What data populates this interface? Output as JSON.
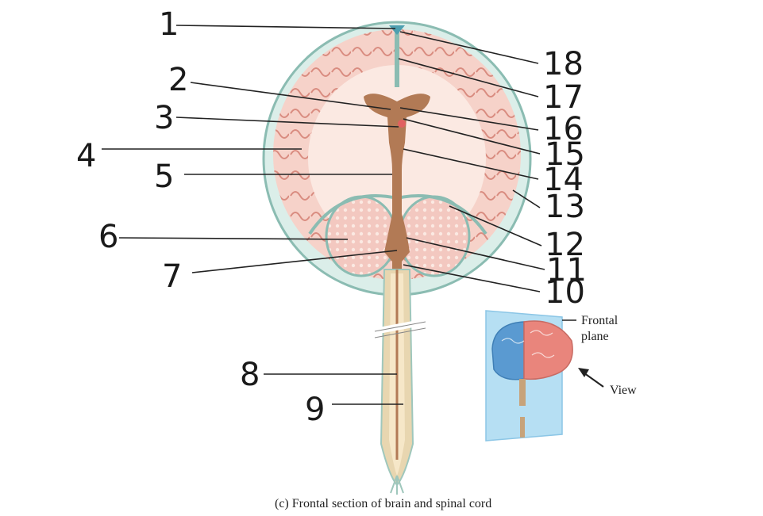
{
  "numbers": [
    "1",
    "2",
    "3",
    "4",
    "5",
    "6",
    "7",
    "8",
    "9",
    "10",
    "11",
    "12",
    "13",
    "14",
    "15",
    "16",
    "17",
    "18"
  ],
  "inset": {
    "frontal_plane_1": "Frontal",
    "frontal_plane_2": "plane",
    "view": "View"
  },
  "caption": "(c) Frontal section of brain and spinal cord",
  "colors": {
    "meninges": "#b9d9d2",
    "cortex": "#f1c4bb",
    "white_matter": "#fbe9e2",
    "ventricle": "#b27a55",
    "cord_outer": "#e8d6b0",
    "plane": "#b6dff3",
    "lobe_blue": "#5a9ad1",
    "lobe_pink": "#e9857c"
  }
}
